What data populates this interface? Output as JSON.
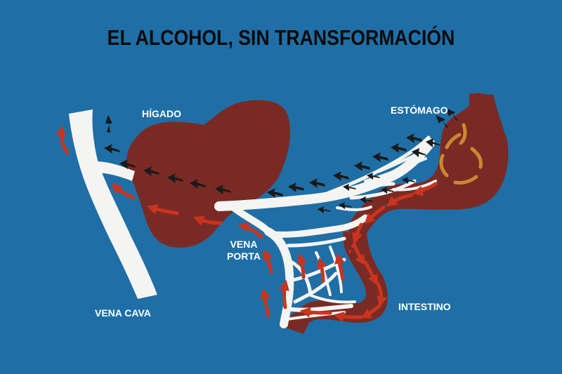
{
  "title": "EL ALCOHOL, SIN TRANSFORMACIÓN",
  "labels": {
    "liver": "HÍGADO",
    "stomach": "ESTÓMAGO",
    "portal_vein_1": "VENA",
    "portal_vein_2": "PORTA",
    "vena_cava": "VENA CAVA",
    "intestine": "INTESTINO"
  },
  "colors": {
    "background": "#1f6fa6",
    "organ": "#7a2a24",
    "vessel": "#f4f4f2",
    "arrow_alcohol": "#1a1a1a",
    "arrow_blood": "#c9341f",
    "arrow_stomach": "#c9892f"
  }
}
